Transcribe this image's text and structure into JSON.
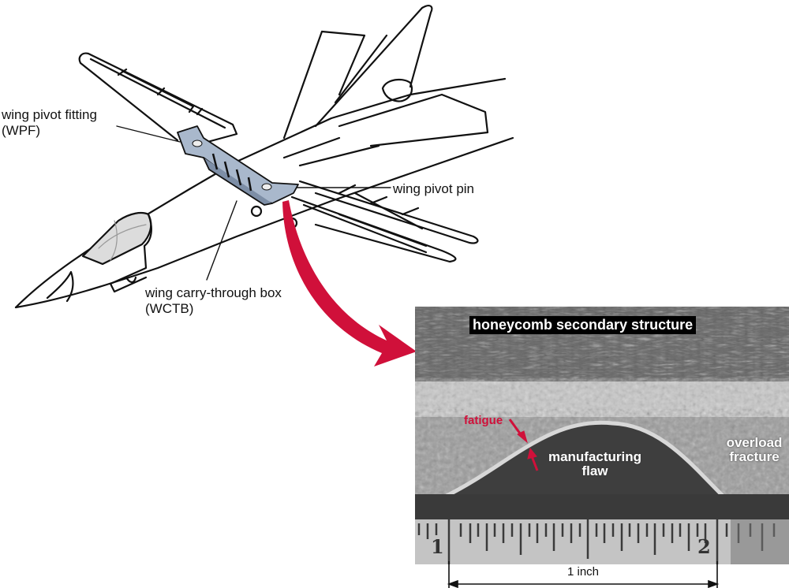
{
  "diagram": {
    "subject": "swing-wing aircraft with wing carry-through box detail and fracture surface photo",
    "labels": {
      "wpf_line1": "wing pivot fitting",
      "wpf_line2": "(WPF)",
      "pivot_pin": "wing pivot pin",
      "wctb_line1": "wing carry-through box",
      "wctb_line2": "(WCTB)"
    },
    "photo": {
      "title": "honeycomb secondary structure",
      "fatigue": "fatigue",
      "flaw_line1": "manufacturing",
      "flaw_line2": "flaw",
      "overload_line1": "overload",
      "overload_line2": "fracture",
      "ruler_mark_1": "1",
      "ruler_mark_2": "2"
    },
    "scale_bar": {
      "label": "1 inch"
    },
    "colors": {
      "callout_arrow": "#d0103a",
      "wctb_fill": "#a9b8cc",
      "canopy_fill": "#dcdcdc",
      "line": "#111111"
    }
  }
}
